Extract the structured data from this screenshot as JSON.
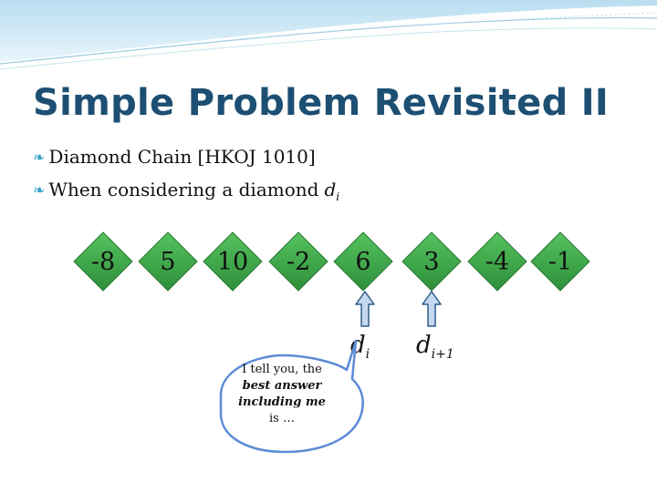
{
  "slide": {
    "title": "Simple Problem Revisited II",
    "bullets": [
      {
        "text": "Diamond Chain [HKOJ 1010]"
      },
      {
        "text": "When considering a diamond",
        "var": "d",
        "sub": "i"
      }
    ],
    "values": [
      "-8",
      "5",
      "10",
      "-2",
      "6",
      "3",
      "-4",
      "-1"
    ],
    "pointers": [
      {
        "var": "d",
        "sub": "i"
      },
      {
        "var": "d",
        "sub": "i+1"
      }
    ],
    "bubble": {
      "line1": "I tell you, the",
      "line2": "best answer",
      "line3": "including me",
      "line4": "is …"
    },
    "colors": {
      "title": "#1d4f73",
      "bullet_marker": "#3aa6c9",
      "diamond_fill": "#3aa64a",
      "arrow_fill": "#c5d8ef",
      "arrow_stroke": "#2e5d8a",
      "bubble_stroke": "#5b8bd6",
      "header_wave": "#cde8f3"
    }
  }
}
